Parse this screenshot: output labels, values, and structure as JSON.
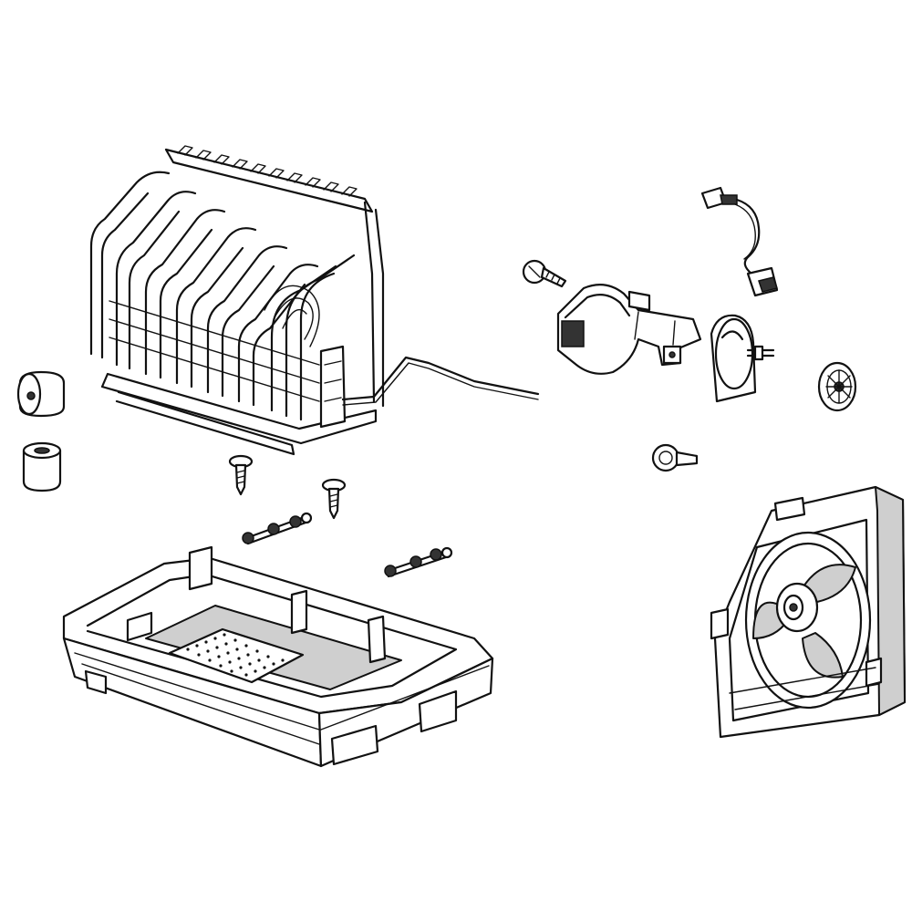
{
  "diagram": {
    "parts": [
      {
        "id": "evaporator-coil",
        "icon": "evaporator-icon"
      },
      {
        "id": "grommet-top",
        "icon": "grommet-icon"
      },
      {
        "id": "grommet-bottom",
        "icon": "grommet-icon"
      },
      {
        "id": "screws",
        "icon": "screw-icon"
      },
      {
        "id": "bolt-assemblies",
        "icon": "bolt-icon"
      },
      {
        "id": "evaporator-drain-pan",
        "icon": "drain-pan-icon"
      },
      {
        "id": "fan-motor-bracket",
        "icon": "bracket-icon"
      },
      {
        "id": "evaporator-fan-motor",
        "icon": "motor-icon"
      },
      {
        "id": "motor-wire-harness",
        "icon": "wire-harness-icon"
      },
      {
        "id": "fan-blade-hub",
        "icon": "fan-blade-icon"
      },
      {
        "id": "fan-shroud",
        "icon": "fan-shroud-icon"
      }
    ]
  }
}
